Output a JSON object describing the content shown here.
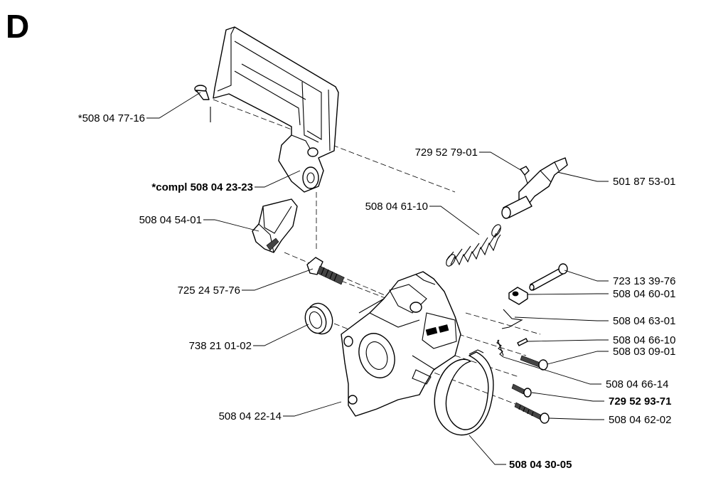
{
  "section_letter": "D",
  "labels": {
    "screw_top": "*508 04 77-16",
    "brake_handle": "*compl 508 04 23-23",
    "guard": "508 04 54-01",
    "bolt": "725 24 57-76",
    "bearing": "738 21 01-02",
    "housing": "508 04 22-14",
    "small_screw": "729 52 79-01",
    "lever": "501 87 53-01",
    "spring": "508 04 61-10",
    "long_pin": "723 13 39-76",
    "block": "508 04 60-01",
    "spring_clip": "508 04 63-01",
    "pin": "508 04 66-10",
    "screw_a": "508 03 09-01",
    "wire_spring": "508 04 66-14",
    "screw_b": "729 52 93-71",
    "screw_c": "508 04 62-02",
    "brake_band": "508 04 30-05"
  }
}
